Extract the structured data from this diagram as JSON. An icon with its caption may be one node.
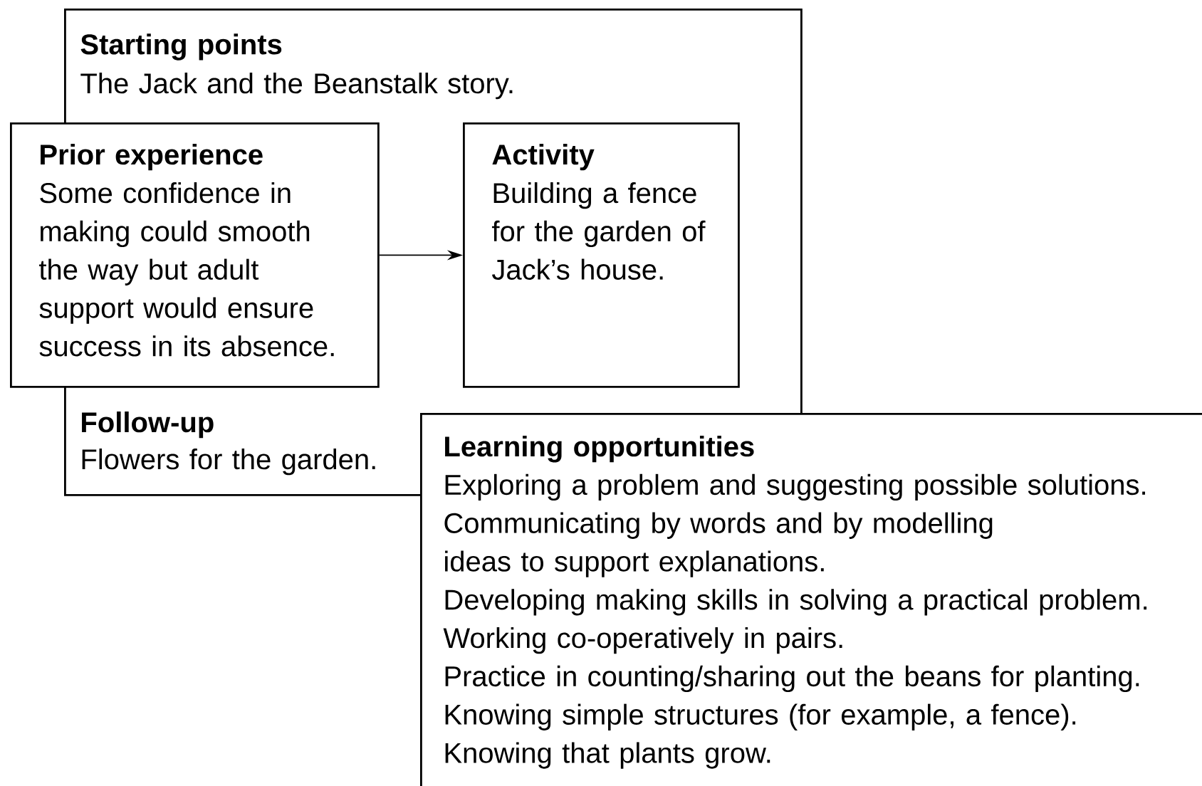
{
  "diagram": {
    "nodes": [
      {
        "text": [
          "Starting points",
          "The Jack and the Beanstalk story.",
          "Follow-up",
          "Flowers for the garden."
        ]
      },
      {
        "text": [
          "Prior experience",
          "Some confidence in making could smooth the way but adult support would ensure success in its absence."
        ]
      },
      {
        "text": [
          "Activity",
          "Building a fence for the garden of Jack’s house."
        ],
        "in": 0
      },
      {
        "text": [
          "Learning opportunities",
          "Exploring a problem and suggesting possible solutions.",
          "Communicating by words and by modelling ideas to support explanations.",
          "Developing making skills in solving a practical problem.",
          "Working co-operatively in pairs.",
          "Practice in counting/sharing out the beans for planting.",
          "Knowing simple structures (for example, a fence).",
          "Knowing that plants grow."
        ]
      }
    ],
    "edges": [
      {
        "from": 1,
        "to": 2,
        "arrow": "to"
      }
    ]
  }
}
